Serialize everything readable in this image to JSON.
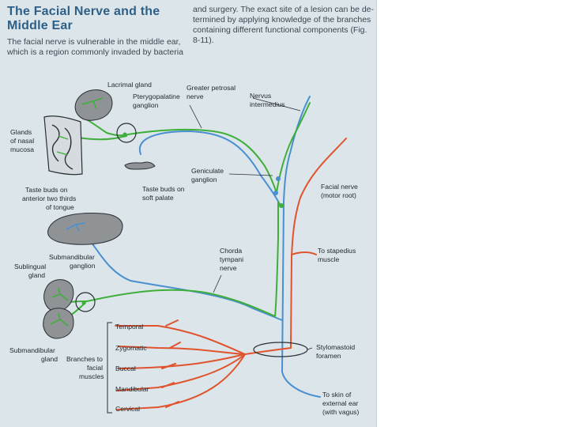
{
  "header": {
    "title_line1": "The Facial Nerve and the",
    "title_line2": "Middle Ear",
    "intro_line1": "The facial nerve is vulnerable in the middle ear,",
    "intro_line2": "which is a region commonly invaded by bacteria",
    "right_line1": "and surgery. The exact site of a lesion can be de-",
    "right_line2": "termined by applying knowledge of the branches",
    "right_line3": "containing different functional components (Fig.",
    "right_line4": "8-11)."
  },
  "labels": {
    "lacrimal_gland": "Lacrimal gland",
    "pterygopalatine_1": "Pterygopalatine",
    "pterygopalatine_2": "ganglion",
    "greater_petrosal_1": "Greater petrosal",
    "greater_petrosal_2": "nerve",
    "nervus_intermedius_1": "Nervus",
    "nervus_intermedius_2": "intermedius",
    "glands_nasal_1": "Glands",
    "glands_nasal_2": "of nasal",
    "glands_nasal_3": "mucosa",
    "geniculate_1": "Geniculate",
    "geniculate_2": "ganglion",
    "taste_soft_1": "Taste buds on",
    "taste_soft_2": "soft palate",
    "taste_tongue_1": "Taste buds on",
    "taste_tongue_2": "anterior two thirds",
    "taste_tongue_3": "of tongue",
    "facial_motor_1": "Facial nerve",
    "facial_motor_2": "(motor root)",
    "chorda_1": "Chorda",
    "chorda_2": "tympani",
    "chorda_3": "nerve",
    "stapedius_1": "To stapedius",
    "stapedius_2": "muscle",
    "submand_ganglion_1": "Submandibular",
    "submand_ganglion_2": "ganglion",
    "sublingual_1": "Sublingual",
    "sublingual_2": "gland",
    "temporal": "Temporal",
    "zygomatic": "Zygomatic",
    "buccal": "Buccal",
    "mandibular": "Mandibular",
    "cervical": "Cervical",
    "stylomastoid_1": "Stylomastoid",
    "stylomastoid_2": "foramen",
    "submand_gland_1": "Submandibular",
    "submand_gland_2": "gland",
    "branches_1": "Branches to",
    "branches_2": "facial",
    "branches_3": "muscles",
    "skin_ear_1": "To skin of",
    "skin_ear_2": "external ear",
    "skin_ear_3": "(with vagus)"
  },
  "colors": {
    "parasympathetic": "#3fae3a",
    "sensory": "#4a8fd0",
    "motor": "#e0532e",
    "outline": "#2a2f33",
    "gland_fill": "#8f9396",
    "background": "#dce6ea"
  }
}
